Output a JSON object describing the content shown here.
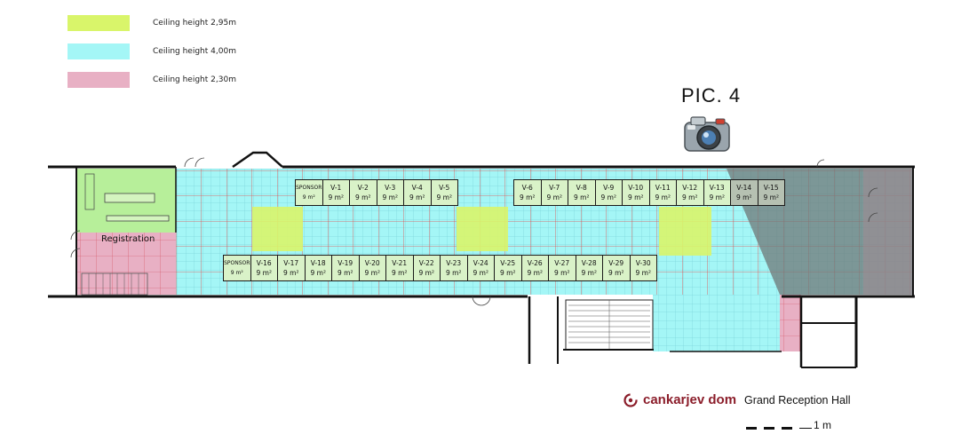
{
  "legend": {
    "items": [
      {
        "label": "Ceiling height 2,95m",
        "color": "#d9f56a"
      },
      {
        "label": "Ceiling height 4,00m",
        "color": "#a4f6f6"
      },
      {
        "label": "Ceiling height 2,30m",
        "color": "#e8b0c4"
      }
    ]
  },
  "pic_label": "PIC. 4",
  "camera_icon": "camera-icon",
  "registration_label": "Registration",
  "booths_top": [
    {
      "code": "SPONSOR",
      "area": "9 m²"
    },
    {
      "code": "V-1",
      "area": "9 m²"
    },
    {
      "code": "V-2",
      "area": "9 m²"
    },
    {
      "code": "V-3",
      "area": "9 m²"
    },
    {
      "code": "V-4",
      "area": "9 m²"
    },
    {
      "code": "V-5",
      "area": "9 m²"
    },
    {
      "code": "V-6",
      "area": "9 m²"
    },
    {
      "code": "V-7",
      "area": "9 m²"
    },
    {
      "code": "V-8",
      "area": "9 m²"
    },
    {
      "code": "V-9",
      "area": "9 m²"
    },
    {
      "code": "V-10",
      "area": "9 m²"
    },
    {
      "code": "V-11",
      "area": "9 m²"
    },
    {
      "code": "V-12",
      "area": "9 m²"
    },
    {
      "code": "V-13",
      "area": "9 m²"
    },
    {
      "code": "V-14",
      "area": "9 m²"
    },
    {
      "code": "V-15",
      "area": "9 m²"
    }
  ],
  "booths_bottom": [
    {
      "code": "SPONSOR",
      "area": "9 m²"
    },
    {
      "code": "V-16",
      "area": "9 m²"
    },
    {
      "code": "V-17",
      "area": "9 m²"
    },
    {
      "code": "V-18",
      "area": "9 m²"
    },
    {
      "code": "V-19",
      "area": "9 m²"
    },
    {
      "code": "V-20",
      "area": "9 m²"
    },
    {
      "code": "V-21",
      "area": "9 m²"
    },
    {
      "code": "V-22",
      "area": "9 m²"
    },
    {
      "code": "V-23",
      "area": "9 m²"
    },
    {
      "code": "V-24",
      "area": "9 m²"
    },
    {
      "code": "V-25",
      "area": "9 m²"
    },
    {
      "code": "V-26",
      "area": "9 m²"
    },
    {
      "code": "V-27",
      "area": "9 m²"
    },
    {
      "code": "V-28",
      "area": "9 m²"
    },
    {
      "code": "V-29",
      "area": "9 m²"
    },
    {
      "code": "V-30",
      "area": "9 m²"
    }
  ],
  "brand": {
    "name": "cankarjev dom",
    "logo_icon": "cankarjev-dom-logo-icon",
    "color": "#8b1d2a"
  },
  "hall_name": "Grand Reception Hall",
  "scale_label": "1 m",
  "colors": {
    "grid_line": "#e24a4a",
    "wall": "#111111",
    "shaded_zone": "#7d7d7d",
    "registration_floor": "#b7ef9a",
    "booth_fill": "#d9f2c8"
  }
}
